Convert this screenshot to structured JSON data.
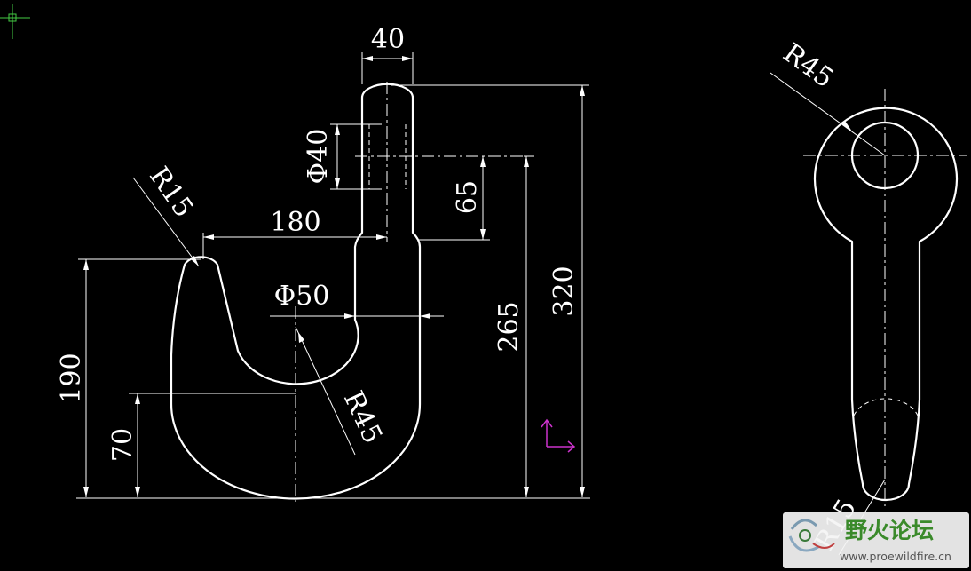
{
  "drawing": {
    "background": "#000000",
    "line_color": "#ffffff",
    "ucs_color": "#cc33cc",
    "crosshair_color": "#44cc44"
  },
  "dimensions": {
    "shank_width": "40",
    "hole_diameter": "Φ40",
    "hole_to_shoulder": "65",
    "throat_width": "180",
    "tip_radius": "R15",
    "throat_diameter": "Φ50",
    "bend_radius": "R45",
    "total_height": "320",
    "center_height": "265",
    "tip_height": "190",
    "bottom_height": "70",
    "eye_radius": "R45",
    "end_radius": "R15"
  },
  "watermark": {
    "title": "野火论坛",
    "url": "www.proewildfire.cn",
    "logo_icon": "wildfire-logo-icon",
    "title_color": "#3a8a2a"
  }
}
